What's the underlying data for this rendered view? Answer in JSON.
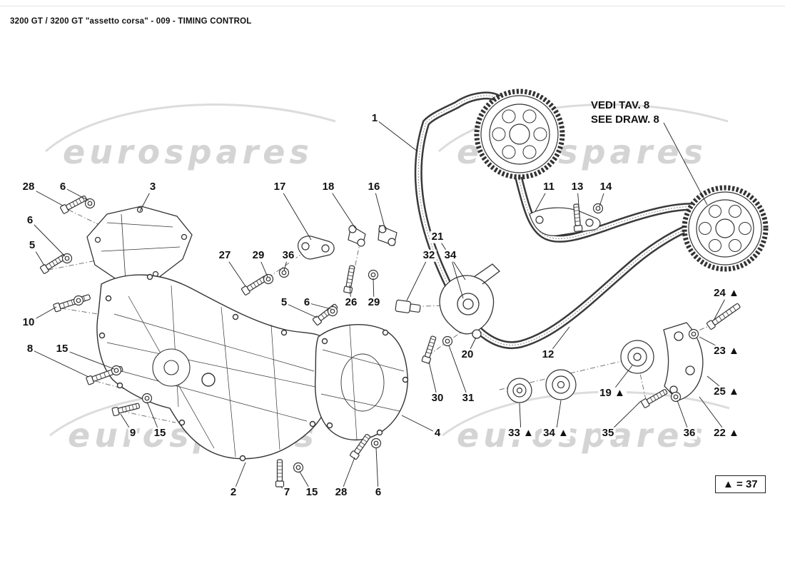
{
  "header": {
    "title": "3200 GT / 3200 GT \"assetto corsa\" - 009 - TIMING CONTROL"
  },
  "watermark": {
    "text": "eurospares"
  },
  "note": {
    "line1": "VEDI TAV. 8",
    "line2": "SEE DRAW. 8"
  },
  "legend": {
    "text": "▲ = 37"
  },
  "colors": {
    "ink": "#1a1a1a",
    "line": "#333333",
    "watermark": "#d4d4d4"
  },
  "callouts": [
    {
      "label": "1"
    },
    {
      "label": "28"
    },
    {
      "label": "6"
    },
    {
      "label": "3"
    },
    {
      "label": "17"
    },
    {
      "label": "18"
    },
    {
      "label": "16"
    },
    {
      "label": "11"
    },
    {
      "label": "13"
    },
    {
      "label": "14"
    },
    {
      "label": "6"
    },
    {
      "label": "5"
    },
    {
      "label": "27"
    },
    {
      "label": "29"
    },
    {
      "label": "36"
    },
    {
      "label": "21"
    },
    {
      "label": "32"
    },
    {
      "label": "34"
    },
    {
      "label": "10"
    },
    {
      "label": "5"
    },
    {
      "label": "6"
    },
    {
      "label": "26"
    },
    {
      "label": "29"
    },
    {
      "label": "8"
    },
    {
      "label": "15"
    },
    {
      "label": "20"
    },
    {
      "label": "12"
    },
    {
      "label": "24 ▲"
    },
    {
      "label": "23 ▲"
    },
    {
      "label": "25 ▲"
    },
    {
      "label": "30"
    },
    {
      "label": "31"
    },
    {
      "label": "19 ▲"
    },
    {
      "label": "9"
    },
    {
      "label": "15"
    },
    {
      "label": "4"
    },
    {
      "label": "33 ▲"
    },
    {
      "label": "34 ▲"
    },
    {
      "label": "35"
    },
    {
      "label": "36"
    },
    {
      "label": "22 ▲"
    },
    {
      "label": "2"
    },
    {
      "label": "7"
    },
    {
      "label": "15"
    },
    {
      "label": "28"
    },
    {
      "label": "6"
    }
  ]
}
